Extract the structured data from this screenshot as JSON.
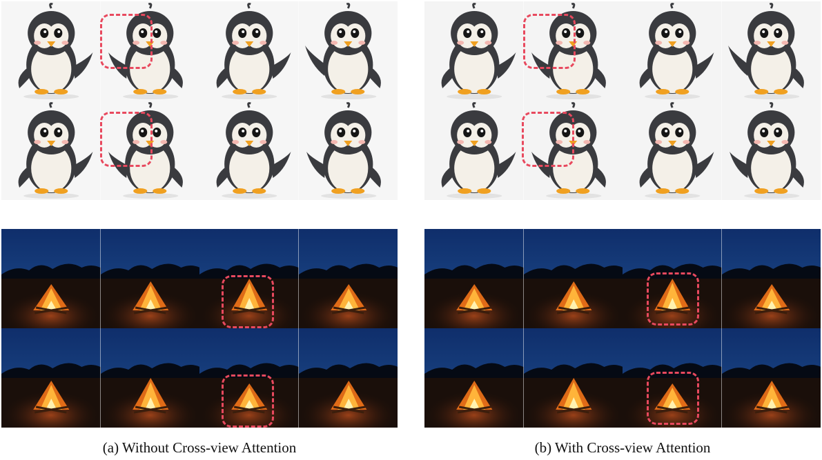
{
  "figure": {
    "captions": {
      "left": "(a) Without Cross-view Attention",
      "right": "(b) With Cross-view Attention"
    },
    "panels": [
      {
        "id": "penguin-without",
        "subject": "penguin",
        "rows": 2,
        "cols": 4,
        "highlighted_column": 2,
        "background": "#f6f6f6"
      },
      {
        "id": "penguin-with",
        "subject": "penguin",
        "rows": 2,
        "cols": 4,
        "highlighted_column": 2,
        "background": "#f4f4f4"
      },
      {
        "id": "campfire-without",
        "subject": "campfire",
        "rows": 2,
        "cols": 4,
        "highlighted_column": 3,
        "background": "#0b1a3a"
      },
      {
        "id": "campfire-with",
        "subject": "campfire",
        "rows": 2,
        "cols": 4,
        "highlighted_column": 3,
        "background": "#0a1733"
      }
    ],
    "colors": {
      "highlight": "#e8495e",
      "sky_top": "#0f2e6b",
      "sky_bottom": "#1f4f8f",
      "flame": "#ffb43a",
      "penguin_body": "#3a3b3f",
      "penguin_belly": "#f4f0e8",
      "penguin_beak": "#f0a020"
    }
  }
}
